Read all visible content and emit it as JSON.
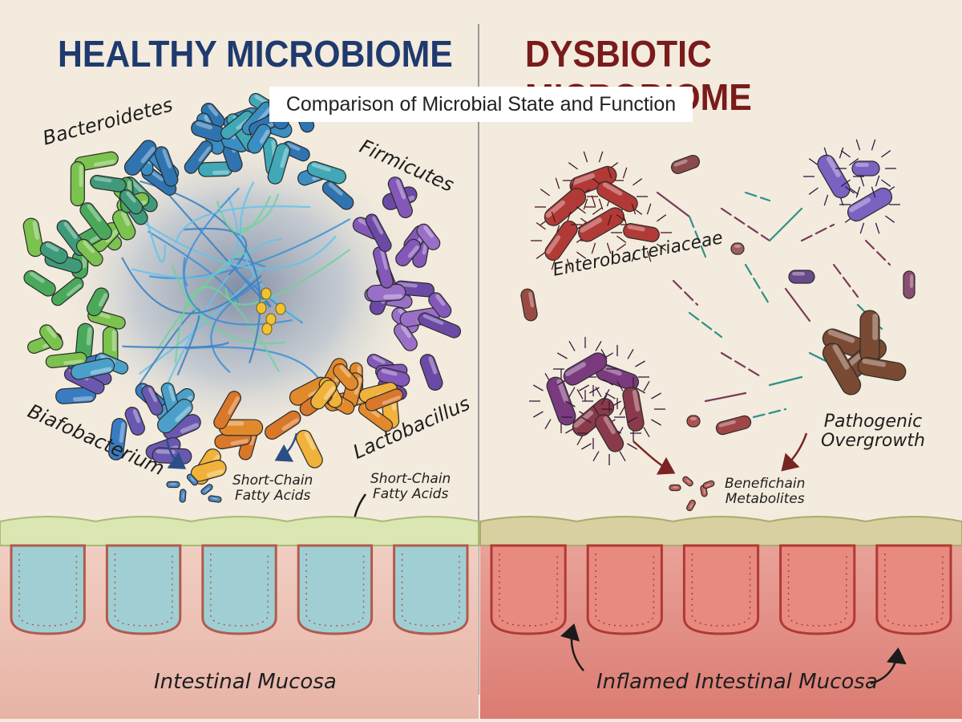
{
  "healthy": {
    "title": "HEALTHY MICROBIOME",
    "labels": {
      "bacteroidetes": "Bacteroidetes",
      "firmicutes": "Firmicutes",
      "bifidobacterium": "Biafobacterium",
      "lactobacillus": "Lactobacillus",
      "scfa_1": "Short-Chain\nFatty Acids",
      "scfa_2": "Short-Chain\nFatty Acids",
      "mucosa": "Intestinal Mucosa"
    }
  },
  "dysbiotic": {
    "title": "DYSBIOTIC MICROBIOME",
    "labels": {
      "enterobacteriaceae": "Enterobacteriaceae",
      "pathogenic": "Pathogenic\nOvergrowth",
      "metabolites": "Benefichain\nMetabolites",
      "mucosa": "Inflamed Intestinal Mucosa"
    }
  },
  "subtitle": "Comparison of Microbial State and Function",
  "colors": {
    "healthy_title": "#1f3a6e",
    "dysbiotic_title": "#7a1b1b",
    "background": "#f3ebdd",
    "healthy_lumen": "#8fc9d2",
    "inflamed_tissue": "#e27a72"
  }
}
